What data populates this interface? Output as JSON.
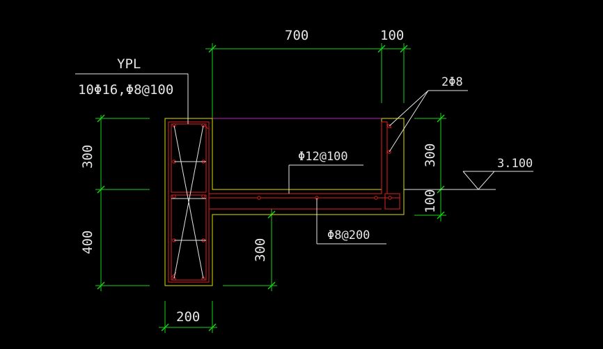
{
  "drawing": {
    "labels": {
      "dim_700": "700",
      "dim_100_top": "100",
      "dim_300_left": "300",
      "dim_400_left": "400",
      "dim_200_bottom": "200",
      "dim_300_mid": "300",
      "dim_300_right": "300",
      "dim_100_right": "100",
      "member_name": "YPL",
      "member_rebar": "10Φ16,Φ8@100",
      "slab_rebar": "Φ12@100",
      "bottom_rebar": "Φ8@200",
      "corner_bars": "2Φ8",
      "elevation": "3.100"
    },
    "colors": {
      "background": "#000000",
      "dimension": "#19d219",
      "outline": "#e0e000",
      "rebar": "#e02020",
      "leader": "#e6e6e6",
      "top_edge": "#c020c0"
    }
  }
}
